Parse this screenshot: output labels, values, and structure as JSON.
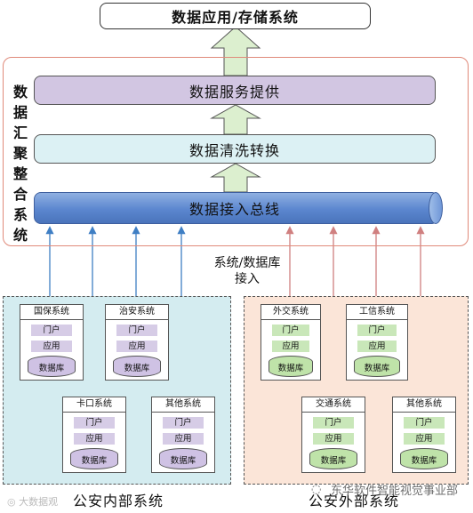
{
  "top_system": "数据应用/存储系统",
  "aggregation_label": [
    "数",
    "据",
    "汇",
    "聚",
    "整",
    "合",
    "系",
    "统"
  ],
  "layers": {
    "service": "数据服务提供",
    "cleaning": "数据清洗转换",
    "bus": "数据接入总线"
  },
  "access_label": [
    "系统/数据库",
    "接入"
  ],
  "internal": {
    "caption": "公安内部系统",
    "systems": [
      {
        "title": "国保系统",
        "portal": "门户",
        "app": "应用",
        "db": "数据库"
      },
      {
        "title": "治安系统",
        "portal": "门户",
        "app": "应用",
        "db": "数据库"
      },
      {
        "title": "卡口系统",
        "portal": "门户",
        "app": "应用",
        "db": "数据库"
      },
      {
        "title": "其他系统",
        "portal": "门户",
        "app": "应用",
        "db": "数据库"
      }
    ]
  },
  "external": {
    "caption": "公安外部系统",
    "systems": [
      {
        "title": "外交系统",
        "portal": "门户",
        "app": "应用",
        "db": "数据库"
      },
      {
        "title": "工信系统",
        "portal": "门户",
        "app": "应用",
        "db": "数据库"
      },
      {
        "title": "交通系统",
        "portal": "门户",
        "app": "应用",
        "db": "数据库"
      },
      {
        "title": "其他系统",
        "portal": "门户",
        "app": "应用",
        "db": "数据库"
      }
    ]
  },
  "watermarks": {
    "left": "◎ 大数据观",
    "right": "东华软件智能视觉事业部"
  },
  "colors": {
    "internal_arrow": "#3f7fc4",
    "external_arrow": "#d08080",
    "big_arrow": "#dcefcf"
  }
}
